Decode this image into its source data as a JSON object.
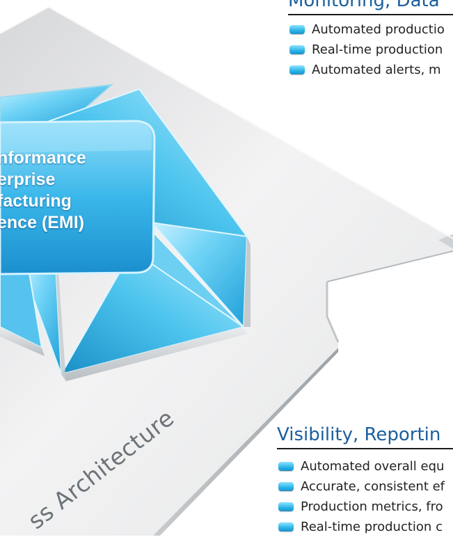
{
  "diagram": {
    "emi_lines": [
      "nformance",
      "erprise",
      "facturing",
      "ence (EMI)"
    ],
    "platform_label": "ss Architecture"
  },
  "sections": {
    "top": {
      "heading": "Monitoring, Data",
      "items": [
        {
          "text": "Automated productio",
          "icon": "blue-pill-bullet"
        },
        {
          "text": "Real-time production",
          "icon": "blue-pill-bullet"
        },
        {
          "text": "Automated alerts, m",
          "icon": "blue-pill-bullet"
        }
      ]
    },
    "bottom": {
      "heading": "Visibility, Reportin",
      "items": [
        {
          "text": "Automated overall equ",
          "icon": "blue-pill-bullet"
        },
        {
          "text": "Accurate, consistent ef",
          "icon": "blue-pill-bullet"
        },
        {
          "text": "Production metrics, fro",
          "icon": "blue-pill-bullet"
        },
        {
          "text": "Real-time production c",
          "icon": "blue-pill-bullet"
        }
      ]
    }
  },
  "colors": {
    "heading": "#1a5f9e",
    "bullet": "#2ab4e8",
    "glass": "#4cc4ee",
    "platform": "#ececec"
  }
}
